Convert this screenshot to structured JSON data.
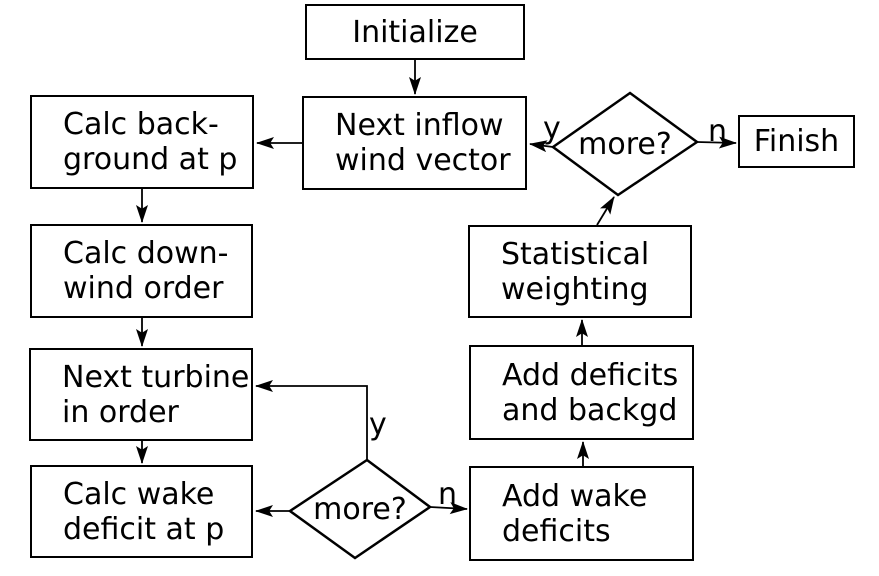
{
  "diagram_type": "flowchart",
  "colors": {
    "line": "#000000",
    "background": "#ffffff",
    "text": "#000000"
  },
  "nodes": {
    "initialize": {
      "label": "Initialize",
      "shape": "rect"
    },
    "next_inflow": {
      "label": "Next inflow\nwind vector",
      "shape": "rect"
    },
    "calc_background": {
      "label": "Calc back-\nground at p",
      "shape": "rect"
    },
    "calc_downwind": {
      "label": "Calc down-\nwind order",
      "shape": "rect"
    },
    "next_turbine": {
      "label": "Next turbine\nin order",
      "shape": "rect"
    },
    "calc_wake": {
      "label": "Calc wake\ndeficit at p",
      "shape": "rect"
    },
    "add_wake": {
      "label": "Add wake\ndeficits",
      "shape": "rect"
    },
    "add_deficits": {
      "label": "Add deficits\nand backgd",
      "shape": "rect"
    },
    "statistical_weighting": {
      "label": "Statistical\nweighting",
      "shape": "rect"
    },
    "finish": {
      "label": "Finish",
      "shape": "rect"
    },
    "more_top": {
      "label": "more?",
      "shape": "diamond"
    },
    "more_bottom": {
      "label": "more?",
      "shape": "diamond"
    }
  },
  "branch_labels": {
    "more_top_yes": "y",
    "more_top_no": "n",
    "more_bottom_yes": "y",
    "more_bottom_no": "n"
  },
  "edges": [
    {
      "from": "initialize",
      "to": "next_inflow",
      "label": ""
    },
    {
      "from": "next_inflow",
      "to": "calc_background",
      "label": ""
    },
    {
      "from": "calc_background",
      "to": "calc_downwind",
      "label": ""
    },
    {
      "from": "calc_downwind",
      "to": "next_turbine",
      "label": ""
    },
    {
      "from": "next_turbine",
      "to": "calc_wake",
      "label": ""
    },
    {
      "from": "more_bottom",
      "to": "calc_wake",
      "label": ""
    },
    {
      "from": "more_bottom",
      "to": "next_turbine",
      "label": "y"
    },
    {
      "from": "more_bottom",
      "to": "add_wake",
      "label": "n"
    },
    {
      "from": "add_wake",
      "to": "add_deficits",
      "label": ""
    },
    {
      "from": "add_deficits",
      "to": "statistical_weighting",
      "label": ""
    },
    {
      "from": "statistical_weighting",
      "to": "more_top",
      "label": ""
    },
    {
      "from": "more_top",
      "to": "next_inflow",
      "label": "y"
    },
    {
      "from": "more_top",
      "to": "finish",
      "label": "n"
    }
  ]
}
